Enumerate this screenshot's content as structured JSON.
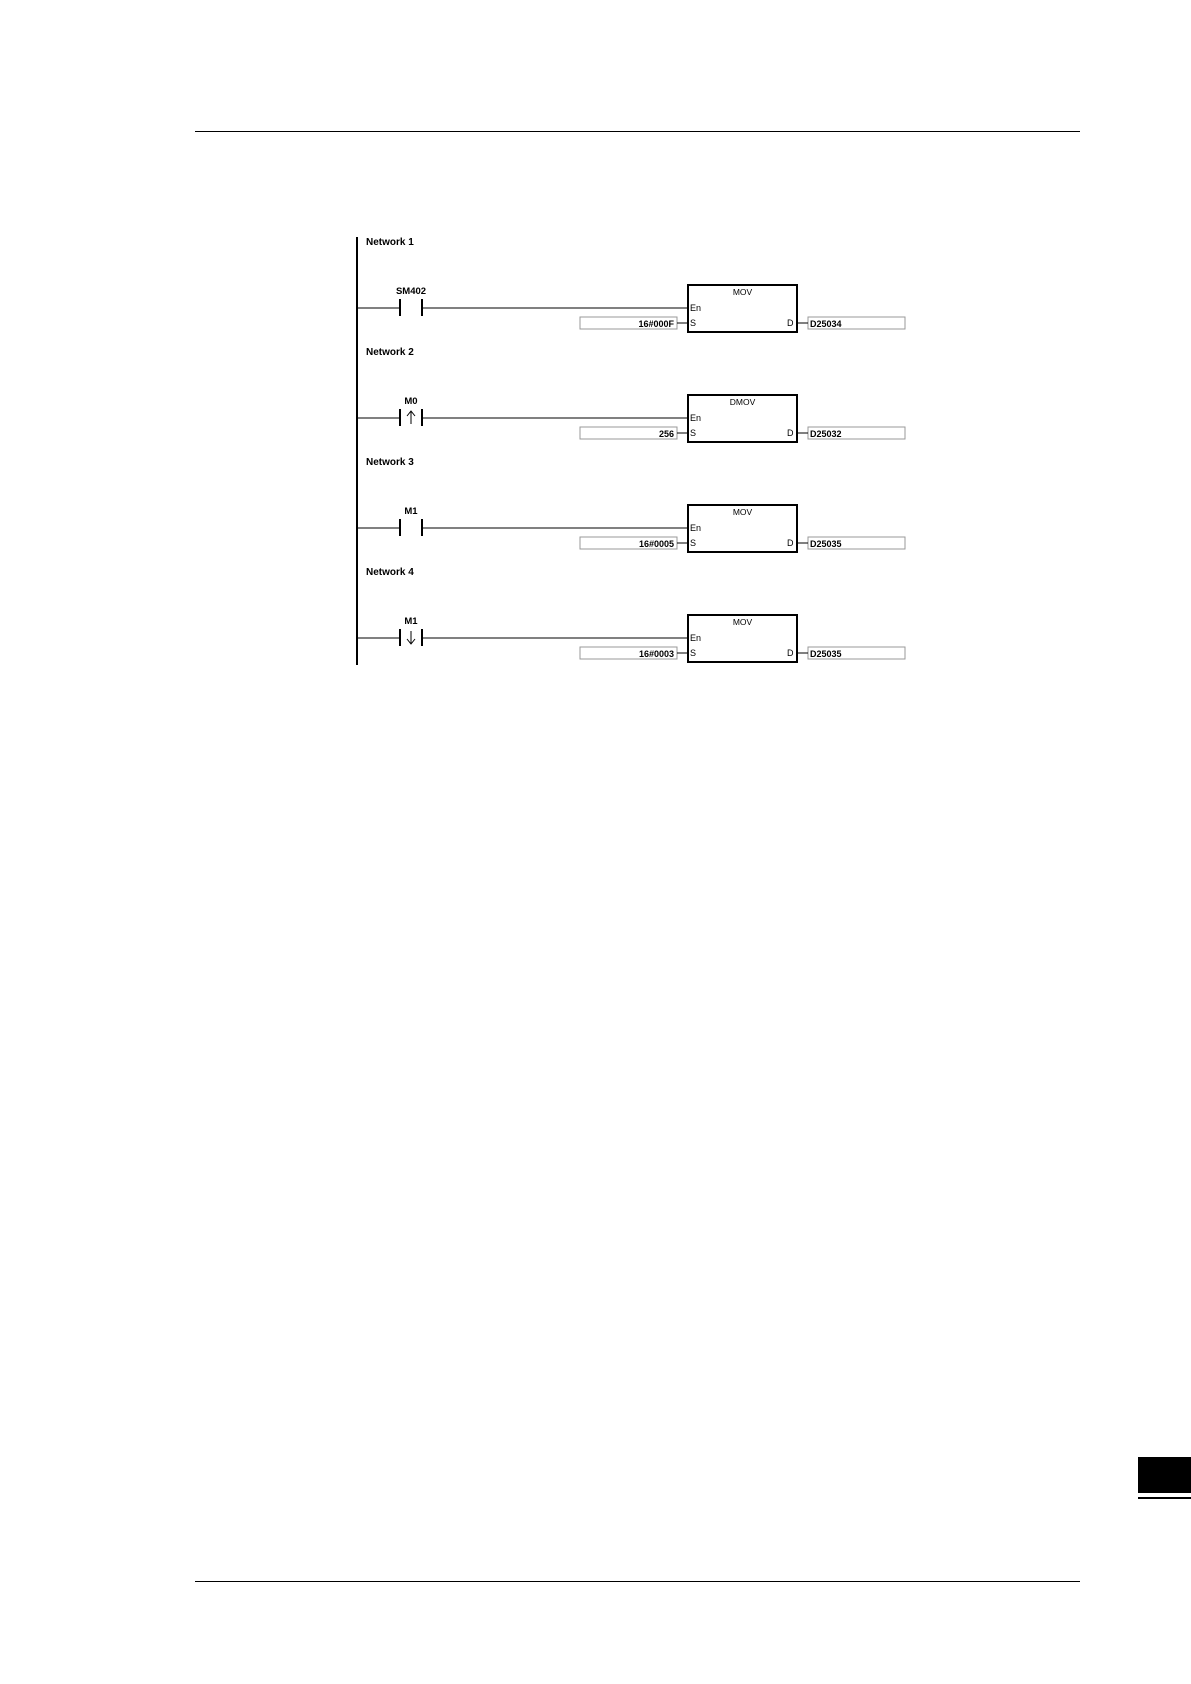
{
  "page": {
    "tab_marker_color": "#000000"
  },
  "ladder": {
    "networks": [
      {
        "title": "Network 1",
        "contact": {
          "label": "SM402",
          "type": "normally-open"
        },
        "instruction": {
          "name": "MOV",
          "enable_pin": "En",
          "source_pin": "S",
          "dest_pin": "D"
        },
        "source": "16#000F",
        "destination": "D25034"
      },
      {
        "title": "Network 2",
        "contact": {
          "label": "M0",
          "type": "rising-edge"
        },
        "instruction": {
          "name": "DMOV",
          "enable_pin": "En",
          "source_pin": "S",
          "dest_pin": "D"
        },
        "source": "256",
        "destination": "D25032"
      },
      {
        "title": "Network 3",
        "contact": {
          "label": "M1",
          "type": "normally-open"
        },
        "instruction": {
          "name": "MOV",
          "enable_pin": "En",
          "source_pin": "S",
          "dest_pin": "D"
        },
        "source": "16#0005",
        "destination": "D25035"
      },
      {
        "title": "Network 4",
        "contact": {
          "label": "M1",
          "type": "falling-edge"
        },
        "instruction": {
          "name": "MOV",
          "enable_pin": "En",
          "source_pin": "S",
          "dest_pin": "D"
        },
        "source": "16#0003",
        "destination": "D25035"
      }
    ]
  }
}
